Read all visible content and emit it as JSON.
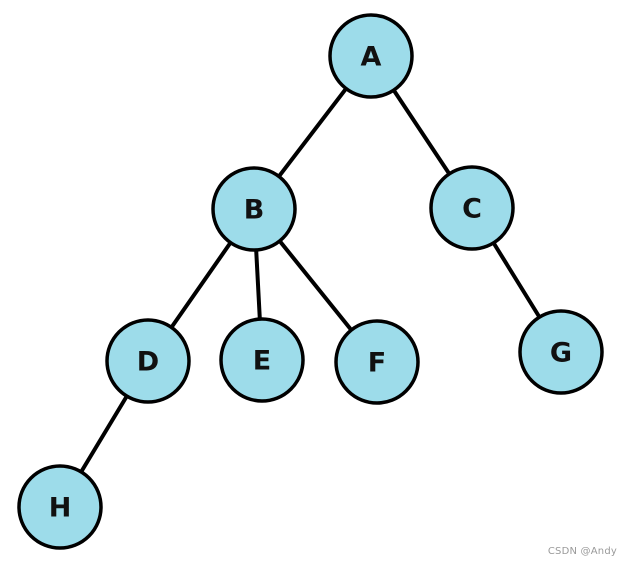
{
  "diagram": {
    "type": "tree",
    "nodes": [
      {
        "id": "A",
        "label": "A"
      },
      {
        "id": "B",
        "label": "B"
      },
      {
        "id": "C",
        "label": "C"
      },
      {
        "id": "D",
        "label": "D"
      },
      {
        "id": "E",
        "label": "E"
      },
      {
        "id": "F",
        "label": "F"
      },
      {
        "id": "G",
        "label": "G"
      },
      {
        "id": "H",
        "label": "H"
      }
    ],
    "edges": [
      {
        "from": "A",
        "to": "B"
      },
      {
        "from": "A",
        "to": "C"
      },
      {
        "from": "B",
        "to": "D"
      },
      {
        "from": "B",
        "to": "E"
      },
      {
        "from": "B",
        "to": "F"
      },
      {
        "from": "C",
        "to": "G"
      },
      {
        "from": "D",
        "to": "H"
      }
    ],
    "colors": {
      "node_fill": "#9ddcea",
      "node_stroke": "#000000",
      "edge": "#000000",
      "label": "#111111"
    }
  },
  "watermark": "CSDN @Andy"
}
